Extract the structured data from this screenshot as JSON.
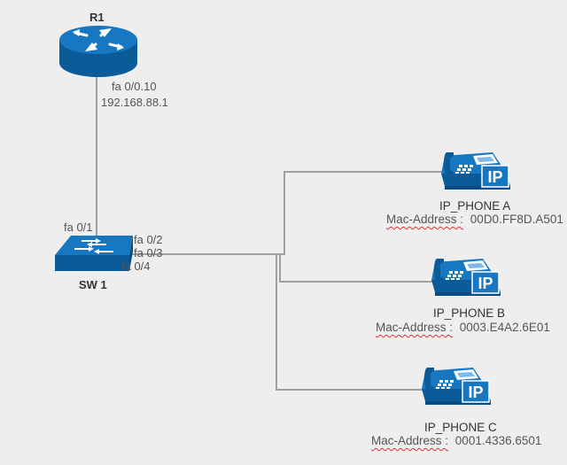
{
  "colors": {
    "device_blue": "#1777c0",
    "device_dark": "#0b5b98",
    "link": "#a0a0a0",
    "background": "#eeeeee"
  },
  "router": {
    "name": "R1",
    "icon": "router-icon",
    "interface": "fa 0/0.10",
    "ip": "192.168.88.1"
  },
  "switch": {
    "name": "SW 1",
    "icon": "switch-icon",
    "port_uplink": "fa 0/1",
    "port_a": "fa 0/2",
    "port_b": "fa 0/3",
    "port_c": "fa 0/4"
  },
  "phones": [
    {
      "name": "IP_PHONE A",
      "mac_label": "Mac-Address :",
      "mac": "00D0.FF8D.A501",
      "icon": "ip-phone-icon"
    },
    {
      "name": "IP_PHONE B",
      "mac_label": "Mac-Address :",
      "mac": "0003.E4A2.6E01",
      "icon": "ip-phone-icon"
    },
    {
      "name": "IP_PHONE C",
      "mac_label": "Mac-Address :",
      "mac": "0001.4336.6501",
      "icon": "ip-phone-icon"
    }
  ]
}
